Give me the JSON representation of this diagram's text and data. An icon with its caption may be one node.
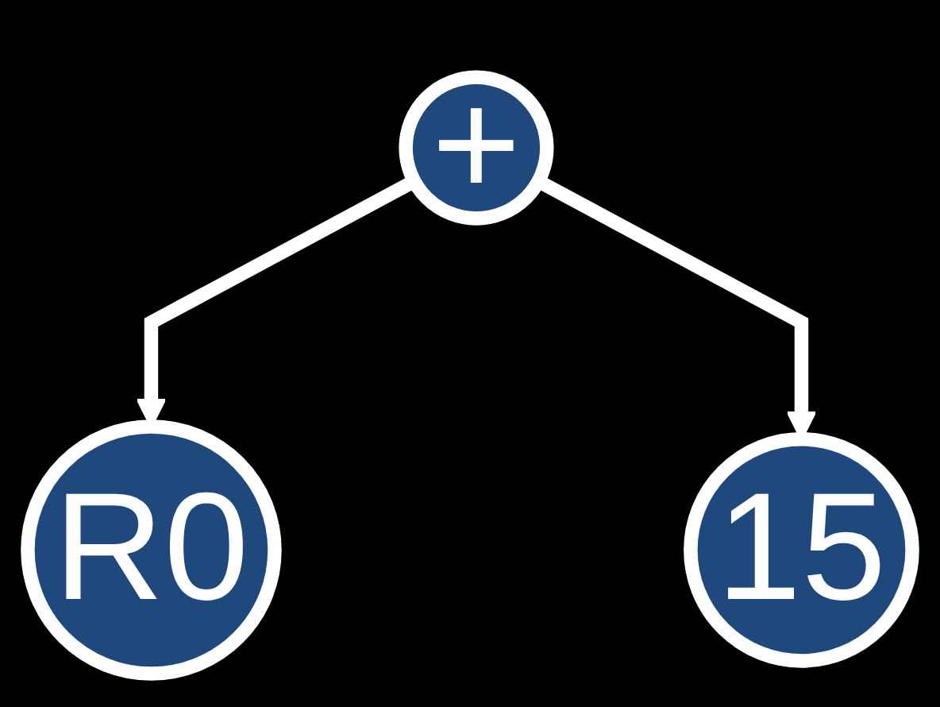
{
  "diagram": {
    "nodes": [
      {
        "text": [
          "+"
        ]
      },
      {
        "text": [
          "R0"
        ]
      },
      {
        "text": [
          "15"
        ]
      }
    ],
    "edges": [
      {
        "from": 0,
        "to": 1,
        "arrow": "to"
      },
      {
        "from": 0,
        "to": 2,
        "arrow": "to"
      }
    ]
  }
}
